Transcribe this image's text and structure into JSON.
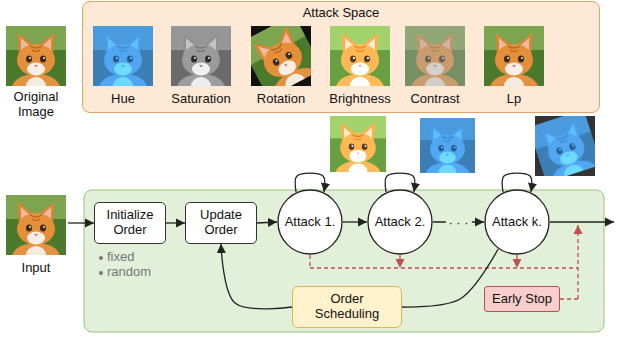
{
  "diagram": {
    "nodes": [
      {
        "text": [
          "Attack Space"
        ]
      },
      {
        "text": [
          "Initialize Order"
        ]
      },
      {
        "text": [
          "Update Order"
        ]
      },
      {
        "text": [
          "Attack 1."
        ]
      },
      {
        "text": [
          "Attack 2."
        ]
      },
      {
        "text": [
          "Attack k."
        ]
      },
      {
        "text": [
          "Order Scheduling"
        ]
      },
      {
        "text": [
          "Early Stop"
        ]
      }
    ],
    "edges": [
      {
        "from": 1,
        "to": 2,
        "arrow": "to"
      },
      {
        "from": 2,
        "to": 3,
        "arrow": "to"
      },
      {
        "from": 3,
        "to": 4,
        "arrow": "to"
      },
      {
        "from": 4,
        "to": 5,
        "label": "· · ·",
        "arrow": "to"
      },
      {
        "from": 3,
        "to": 3,
        "arrow": "to"
      },
      {
        "from": 4,
        "to": 4,
        "arrow": "to"
      },
      {
        "from": 5,
        "to": 5,
        "arrow": "to"
      },
      {
        "from": 5,
        "to": 6,
        "arrow": "none"
      },
      {
        "from": 6,
        "to": 2,
        "arrow": "to"
      }
    ],
    "labels": [
      "Original Image",
      "Hue",
      "Saturation",
      "Rotation",
      "Brightness",
      "Contrast",
      "Lp",
      "Input",
      "fixed",
      "random"
    ]
  }
}
